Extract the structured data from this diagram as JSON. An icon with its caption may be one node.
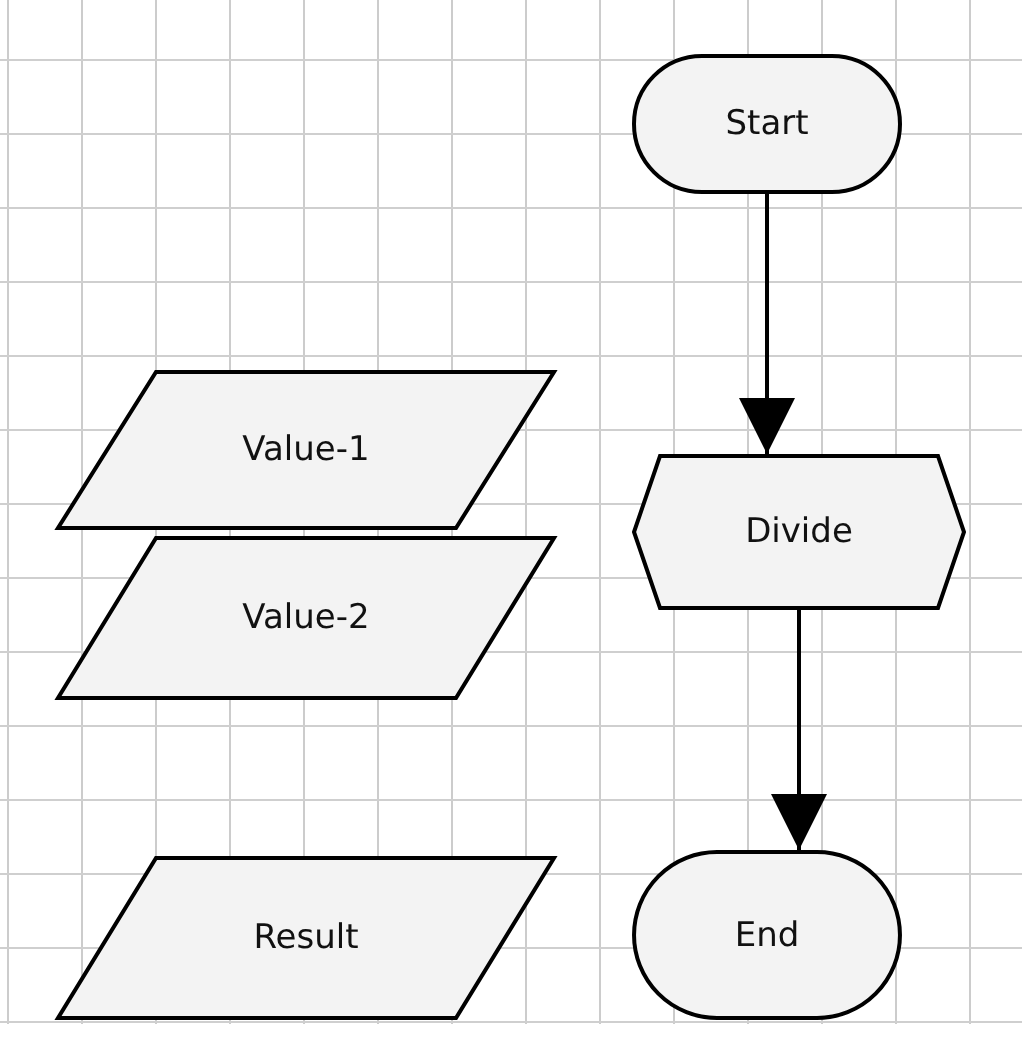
{
  "diagram": {
    "nodes": [
      {
        "text": [
          "Start"
        ]
      },
      {
        "text": [
          "Value-1"
        ]
      },
      {
        "text": [
          "Divide"
        ]
      },
      {
        "text": [
          "Value-2"
        ]
      },
      {
        "text": [
          "Result"
        ]
      },
      {
        "text": [
          "End"
        ]
      }
    ],
    "edges": [
      {
        "from": 0,
        "to": 2,
        "arrow": "to"
      },
      {
        "from": 2,
        "to": 5,
        "arrow": "to"
      }
    ]
  }
}
